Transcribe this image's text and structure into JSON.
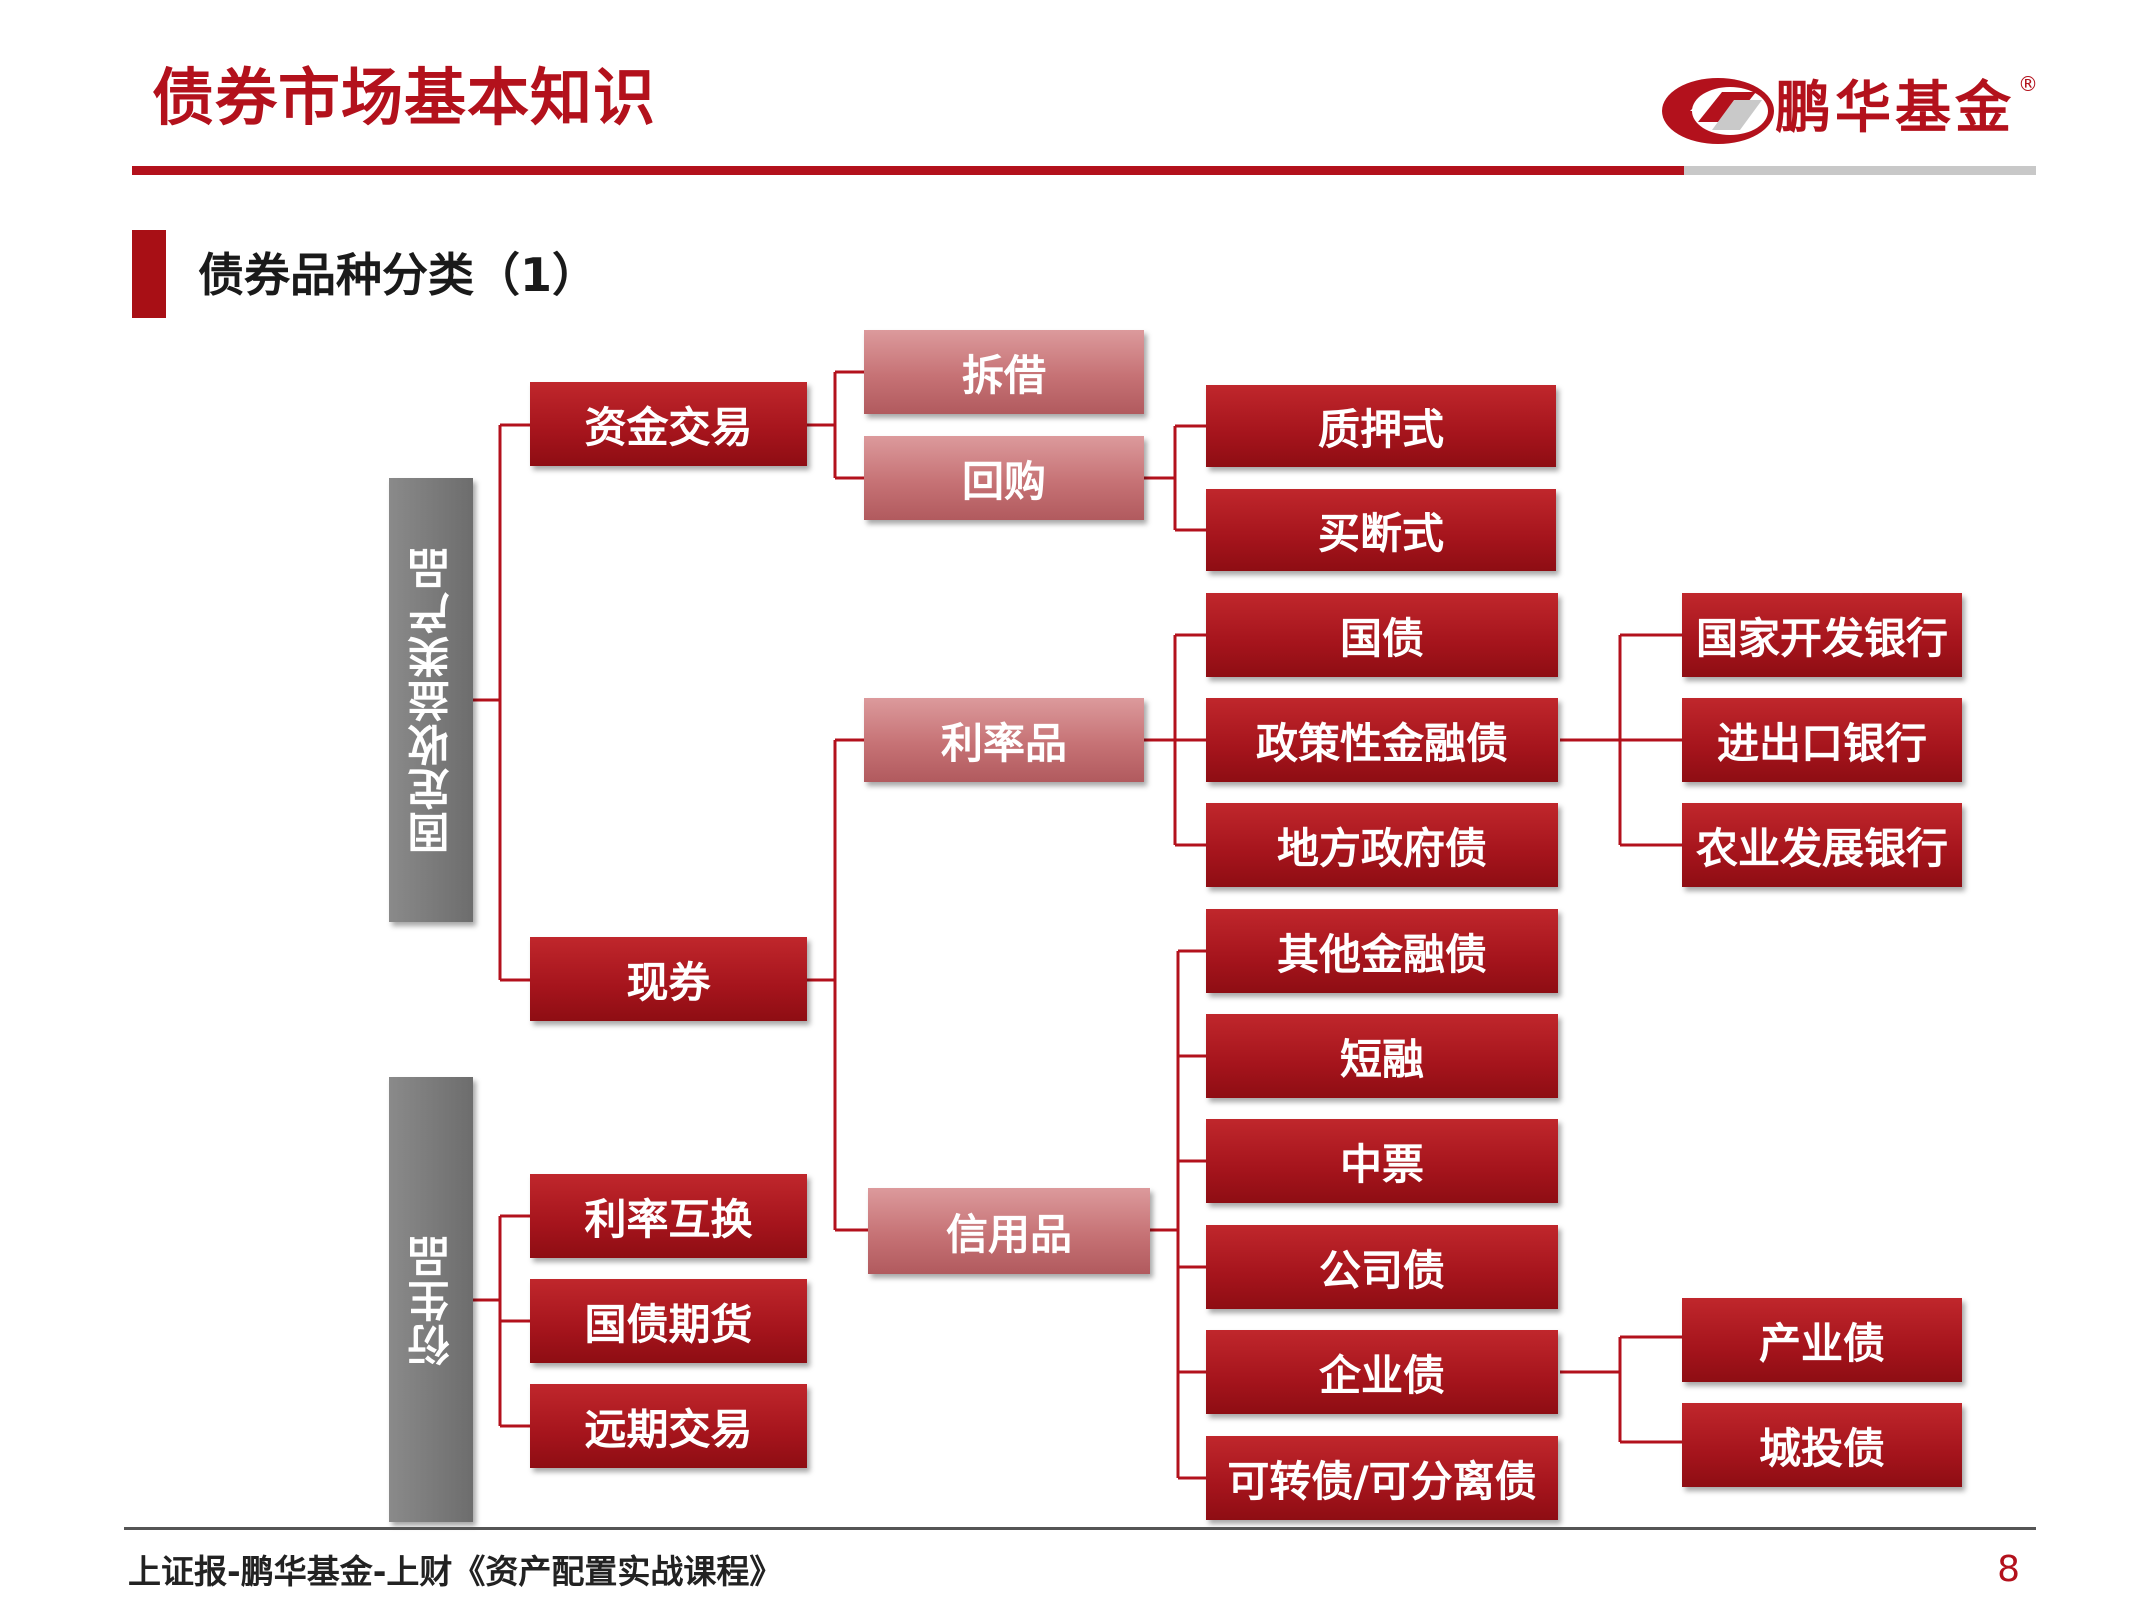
{
  "header": {
    "title": "债券市场基本知识",
    "logo_text": "鹏华基金",
    "registered_mark": "®",
    "brand_color": "#b3111c"
  },
  "section": {
    "title": "债券品种分类（1）"
  },
  "diagram": {
    "roots": {
      "fixed_income": "固定收益类产品",
      "derivatives": "衍生品"
    },
    "level1": {
      "money_trading": "资金交易",
      "spot": "现券",
      "irs": "利率互换",
      "treasury_futures": "国债期货",
      "forwards": "远期交易"
    },
    "level2": {
      "interbank_lending": "拆借",
      "repo": "回购",
      "rate_bonds": "利率品",
      "credit_bonds": "信用品"
    },
    "level3": {
      "pledged": "质押式",
      "outright": "买断式",
      "treasury": "国债",
      "policy_financial": "政策性金融债",
      "local_gov": "地方政府债",
      "other_financial": "其他金融债",
      "short_term": "短融",
      "mtn": "中票",
      "corporate": "公司债",
      "enterprise": "企业债",
      "convertible": "可转债/可分离债"
    },
    "level4": {
      "cdb": "国家开发银行",
      "exim": "进出口银行",
      "adbc": "农业发展银行",
      "industrial": "产业债",
      "lgfv": "城投债"
    }
  },
  "footer": {
    "source": "上证报-鹏华基金-上财《资产配置实战课程》",
    "page": "8"
  }
}
